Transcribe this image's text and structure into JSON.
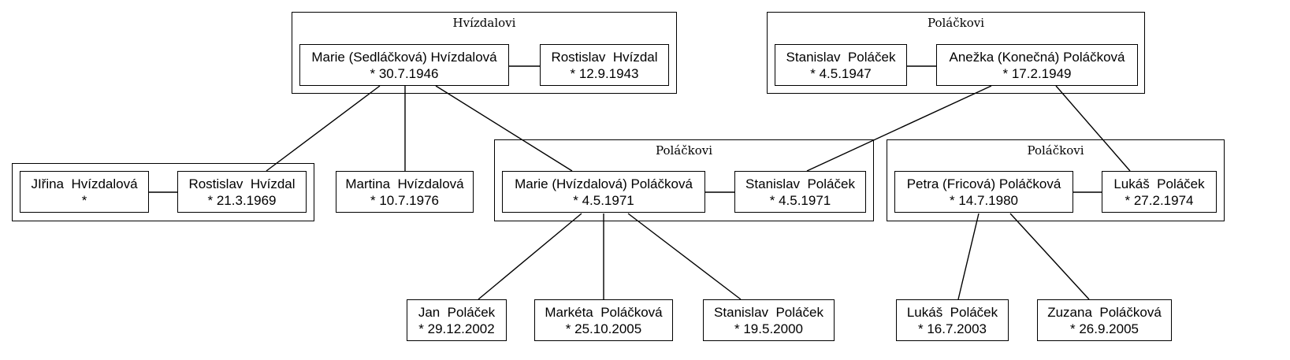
{
  "families": [
    {
      "id": "f1",
      "title": "Hvízdalovi"
    },
    {
      "id": "f2",
      "title": "Poláčkovi"
    },
    {
      "id": "f3",
      "title": "Poláčkovi"
    },
    {
      "id": "f4",
      "title": "Poláčkovi"
    },
    {
      "id": "f5",
      "title": ""
    }
  ],
  "people": [
    {
      "id": "p1",
      "name": "Marie (Sedláčková) Hvízdalová",
      "birth": "* 30.7.1946"
    },
    {
      "id": "p2",
      "name": "Rostislav  Hvízdal",
      "birth": "* 12.9.1943"
    },
    {
      "id": "p3",
      "name": "Stanislav  Poláček",
      "birth": "* 4.5.1947"
    },
    {
      "id": "p4",
      "name": "Anežka (Konečná) Poláčková",
      "birth": "* 17.2.1949"
    },
    {
      "id": "p5",
      "name": "JIřina  Hvízdalová",
      "birth": "*"
    },
    {
      "id": "p6",
      "name": "Rostislav  Hvízdal",
      "birth": "* 21.3.1969"
    },
    {
      "id": "p7",
      "name": "Martina  Hvízdalová",
      "birth": "* 10.7.1976"
    },
    {
      "id": "p8",
      "name": "Marie (Hvízdalová) Poláčková",
      "birth": "* 4.5.1971"
    },
    {
      "id": "p9",
      "name": "Stanislav  Poláček",
      "birth": "* 4.5.1971"
    },
    {
      "id": "p10",
      "name": "Petra (Fricová) Poláčková",
      "birth": "* 14.7.1980"
    },
    {
      "id": "p11",
      "name": "Lukáš  Poláček",
      "birth": "* 27.2.1974"
    },
    {
      "id": "p12",
      "name": "Jan  Poláček",
      "birth": "* 29.12.2002"
    },
    {
      "id": "p13",
      "name": "Markéta  Poláčková",
      "birth": "* 25.10.2005"
    },
    {
      "id": "p14",
      "name": "Stanislav  Poláček",
      "birth": "* 19.5.2000"
    },
    {
      "id": "p15",
      "name": "Lukáš  Poláček",
      "birth": "* 16.7.2003"
    },
    {
      "id": "p16",
      "name": "Zuzana  Poláčková",
      "birth": "* 26.9.2005"
    }
  ],
  "couples": [
    [
      "p1",
      "p2"
    ],
    [
      "p3",
      "p4"
    ],
    [
      "p5",
      "p6"
    ],
    [
      "p8",
      "p9"
    ],
    [
      "p10",
      "p11"
    ]
  ],
  "descents": [
    [
      "p1",
      "p6"
    ],
    [
      "p1",
      "p7"
    ],
    [
      "p1",
      "p8"
    ],
    [
      "p4",
      "p9"
    ],
    [
      "p4",
      "p11"
    ],
    [
      "p8",
      "p12"
    ],
    [
      "p8",
      "p13"
    ],
    [
      "p8",
      "p14"
    ],
    [
      "p10",
      "p15"
    ],
    [
      "p10",
      "p16"
    ]
  ]
}
